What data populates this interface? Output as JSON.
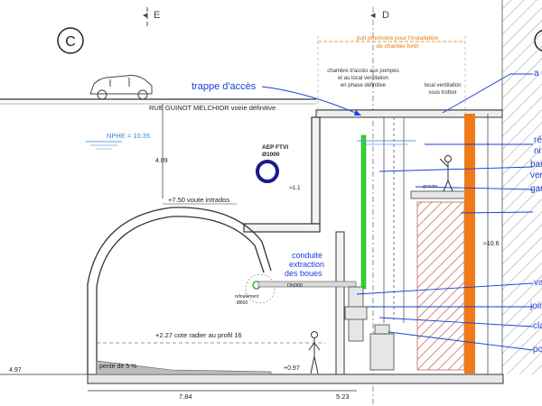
{
  "section_markers": {
    "c": "C",
    "e": "E",
    "d": "D",
    "right_partial": "("
  },
  "labels": {
    "trappe_acces": "trappe d'accès",
    "puit_provisoire_line1": "puit provisoire pour l'installation",
    "puit_provisoire_line2": "de chantier forêt",
    "chambre_line1": "chambre d'accès aux pompes",
    "chambre_line2": "et au local ventilation",
    "chambre_line3": "en phase définitive",
    "local_vent_line1": "local ventilation",
    "local_vent_line2": "sous trottoir",
    "rue": "RUE GUINOT MELCHIOR voirie définitive",
    "nphe": "NPHE = 10.35",
    "dim_409": "4.09",
    "aep_line1": "AEP FTVI",
    "aep_line2": "Ø1000",
    "dim_11": "≈1.1",
    "voute": "+7.50 voute intrados",
    "conduite_line1": "conduite",
    "conduite_line2": "extraction",
    "conduite_line3": "des boues",
    "pipe_dn": "DN300",
    "refoulement_line1": "refoulement",
    "refoulement_line2": "Ø600",
    "cote_radier": "+2.27 cote radier au profil 16",
    "pente": "pente de 5 %",
    "dim_097": "+0.97",
    "dim_497": "4.97",
    "dim_784": "7.84",
    "dim_523": "5.23",
    "dim_106": "≈10.6",
    "gravier": "gravier"
  },
  "right_callouts": [
    "a",
    "ré",
    "ni",
    "bar",
    "ver",
    "gar",
    "va",
    "join",
    "cla",
    "por"
  ],
  "colors": {
    "callout_blue": "#1a3fd6",
    "dim_orange": "#e07a10",
    "orange_column": "#ef7a1a",
    "green_pipe": "#2fd62f",
    "water_blue": "#5aa0e6",
    "hatch_red": "#d88a7a",
    "concrete": "#333333"
  }
}
